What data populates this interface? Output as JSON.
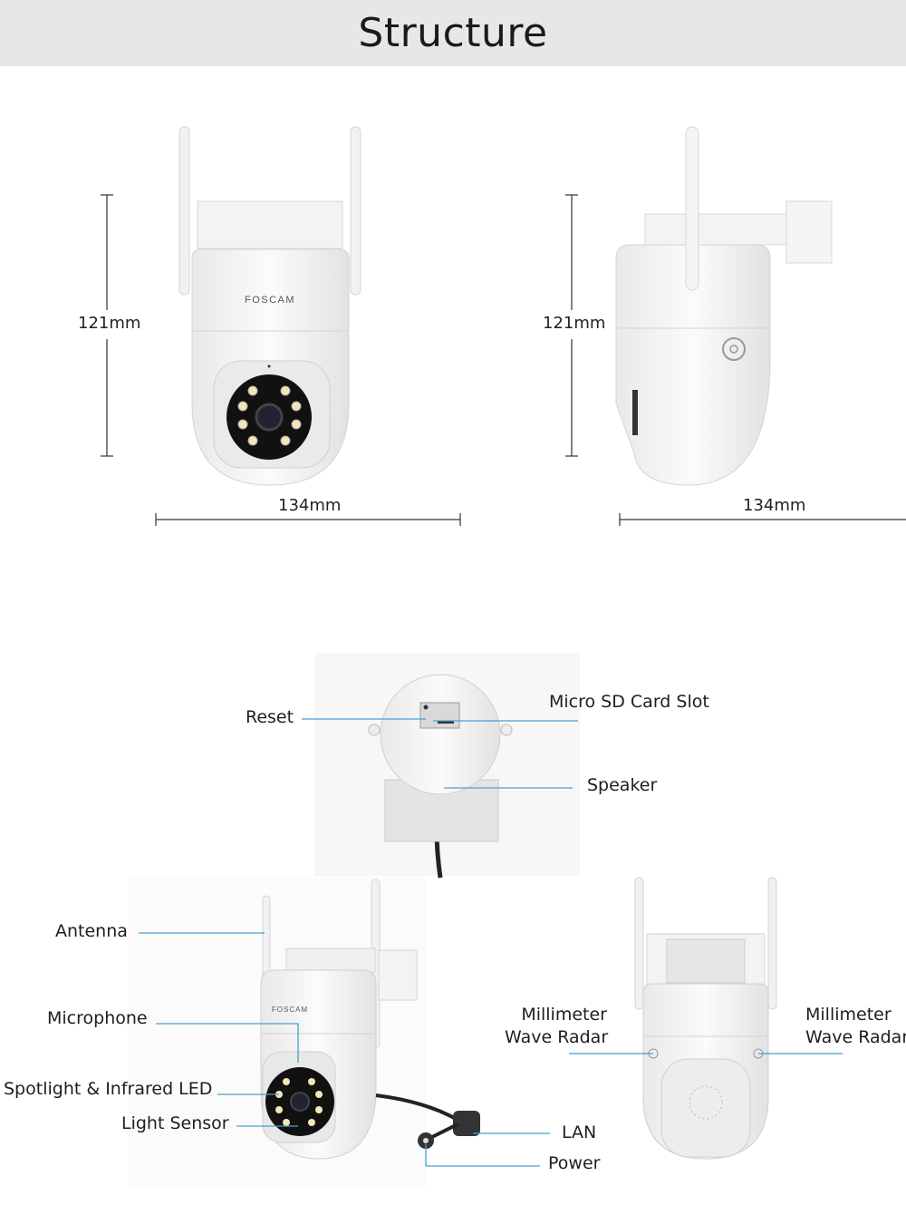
{
  "header": {
    "title": "Structure"
  },
  "brand_logo": "FOSCAM",
  "dimensions": {
    "front": {
      "height": "121mm",
      "width": "134mm"
    },
    "side": {
      "height": "121mm",
      "width": "134mm"
    }
  },
  "callouts": {
    "reset": "Reset",
    "micro_sd": "Micro SD Card Slot",
    "speaker": "Speaker",
    "antenna": "Antenna",
    "microphone": "Microphone",
    "spotlight": "Spotlight & Infrared LED",
    "light_sensor": "Light Sensor",
    "lan": "LAN",
    "power": "Power",
    "radar_left_1": "Millimeter",
    "radar_left_2": "Wave Radar",
    "radar_right_1": "Millimeter",
    "radar_right_2": "Wave Radar"
  },
  "colors": {
    "header_bg": "#e7e7e7",
    "callout_line": "#4a9fd4"
  }
}
